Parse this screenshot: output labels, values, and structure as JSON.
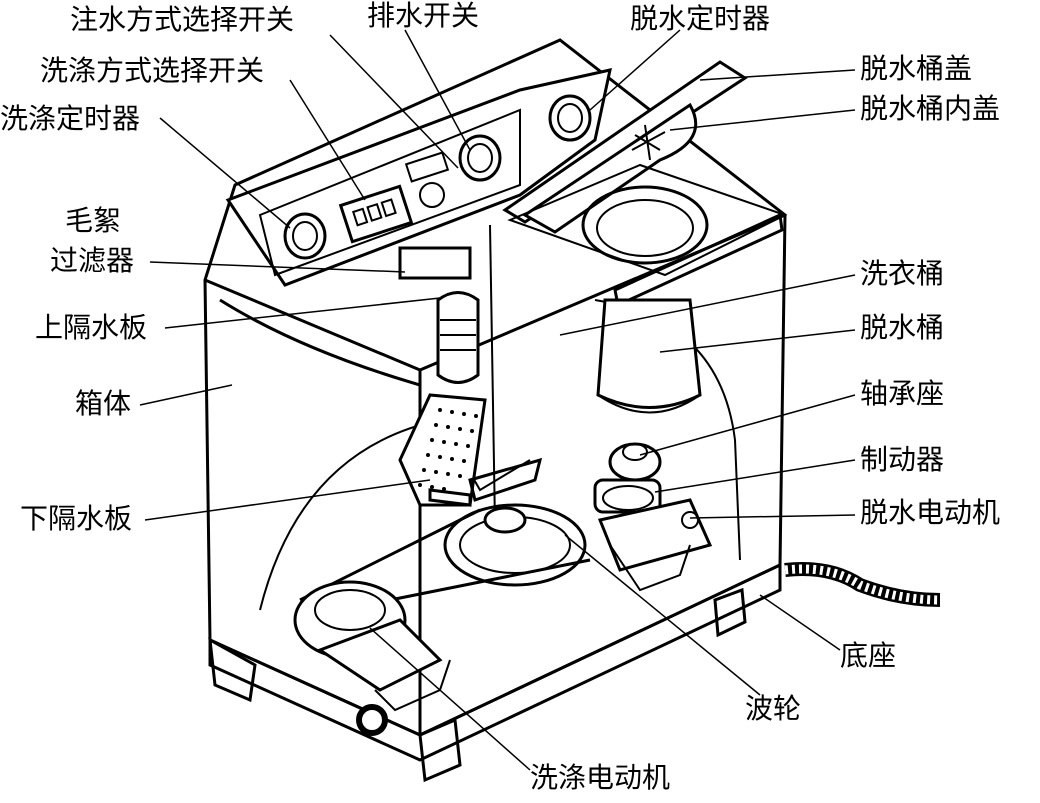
{
  "diagram": {
    "labels": {
      "water_inlet_switch": "注水方式选择开关",
      "drain_switch": "排水开关",
      "spin_timer": "脱水定时器",
      "wash_mode_switch": "洗涤方式选择开关",
      "spin_tub_lid": "脱水桶盖",
      "spin_tub_inner_lid": "脱水桶内盖",
      "wash_timer": "洗涤定时器",
      "lint_filter_line1": "毛絮",
      "lint_filter_line2": "过滤器",
      "wash_tub": "洗衣桶",
      "upper_partition": "上隔水板",
      "spin_tub": "脱水桶",
      "cabinet": "箱体",
      "bearing_seat": "轴承座",
      "brake": "制动器",
      "lower_partition": "下隔水板",
      "spin_motor": "脱水电动机",
      "base": "底座",
      "pulsator": "波轮",
      "wash_motor": "洗涤电动机"
    }
  }
}
